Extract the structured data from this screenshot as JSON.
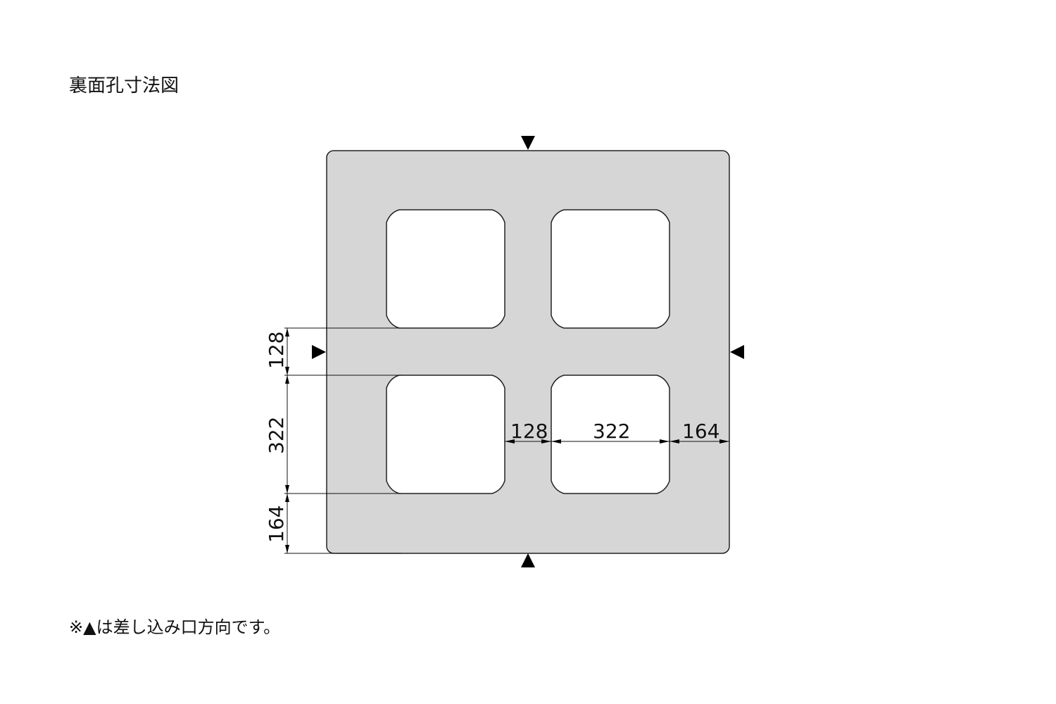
{
  "title": "裏面孔寸法図",
  "note": "※▲は差し込み口方向です。",
  "colors": {
    "plate": "#d6d6d6",
    "line": "#222222",
    "hole": "#ffffff"
  },
  "dimensions": {
    "vertical": [
      "128",
      "322",
      "164"
    ],
    "horizontal": [
      "128",
      "322",
      "164"
    ]
  },
  "markers": [
    "top-arrow",
    "bottom-arrow",
    "left-arrow",
    "right-arrow"
  ]
}
